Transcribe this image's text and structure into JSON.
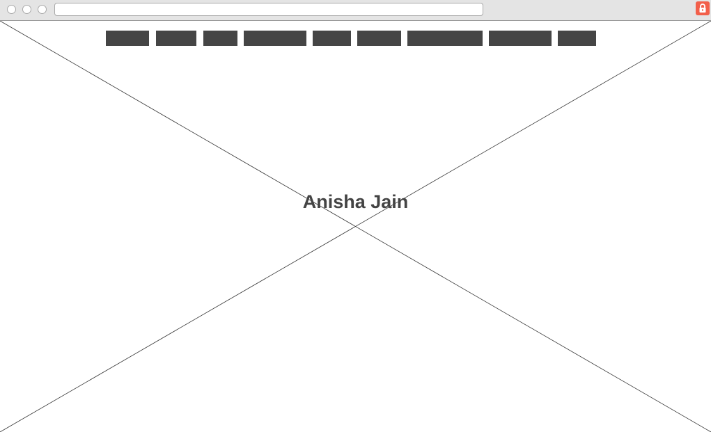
{
  "browser": {
    "address": "",
    "buttons": [
      "close-dot",
      "minimize-dot",
      "zoom-dot"
    ]
  },
  "nav": {
    "items": [
      {
        "id": "nav-item-1"
      },
      {
        "id": "nav-item-2"
      },
      {
        "id": "nav-item-3"
      },
      {
        "id": "nav-item-4"
      },
      {
        "id": "nav-item-5"
      },
      {
        "id": "nav-item-6"
      },
      {
        "id": "nav-item-7"
      },
      {
        "id": "nav-item-8"
      },
      {
        "id": "nav-item-9"
      }
    ],
    "color": "#454545"
  },
  "hero": {
    "title": "Anisha Jain"
  },
  "badge": {
    "icon": "lock-icon",
    "color": "#f25f4a"
  }
}
